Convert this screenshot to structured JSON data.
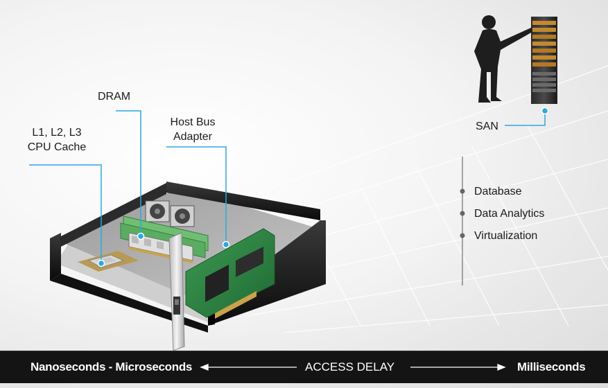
{
  "labels": {
    "cache_line1": "L1, L2, L3",
    "cache_line2": "CPU Cache",
    "dram": "DRAM",
    "hba_line1": "Host Bus",
    "hba_line2": "Adapter",
    "san": "SAN"
  },
  "workloads": [
    "Database",
    "Data Analytics",
    "Virtualization"
  ],
  "footer": {
    "left": "Nanoseconds - Microseconds",
    "center": "ACCESS DELAY",
    "right": "Milliseconds"
  },
  "colors": {
    "callout": "#2aa8e0",
    "footer_bg": "#141414",
    "footer_text": "#ffffff"
  }
}
